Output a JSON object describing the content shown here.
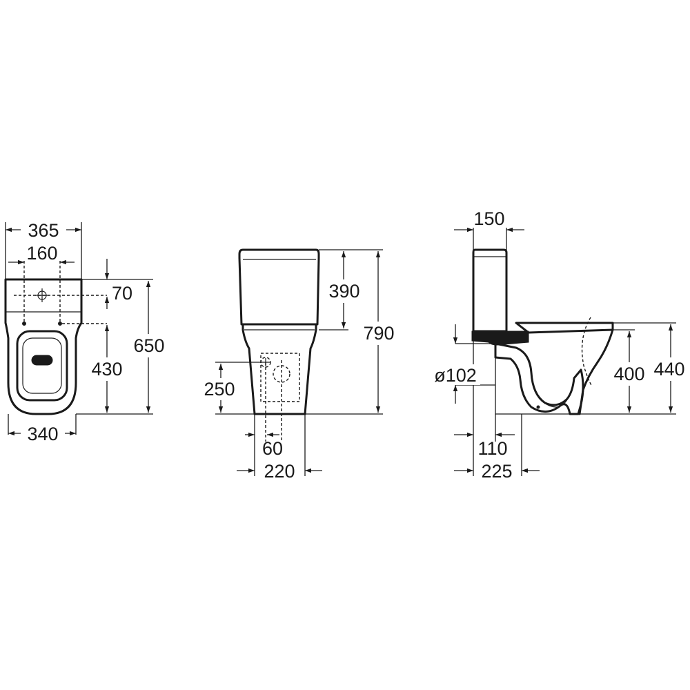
{
  "views": {
    "top": {
      "width_overall": "365",
      "fixing_centres": "160",
      "rear_to_hole": "70",
      "hole_to_front": "430",
      "depth_overall": "650",
      "base_width": "340"
    },
    "front": {
      "cistern_height": "390",
      "total_height": "790",
      "inlet_height": "250",
      "inlet_offset": "60",
      "base_width": "220"
    },
    "side": {
      "cistern_depth": "150",
      "outlet_diameter": "ø102",
      "outlet_height": "400",
      "seat_height": "440",
      "outlet_offset": "110",
      "outlet_to_wall": "225"
    }
  },
  "colors": {
    "line": "#1a1a1a",
    "background": "#ffffff"
  }
}
